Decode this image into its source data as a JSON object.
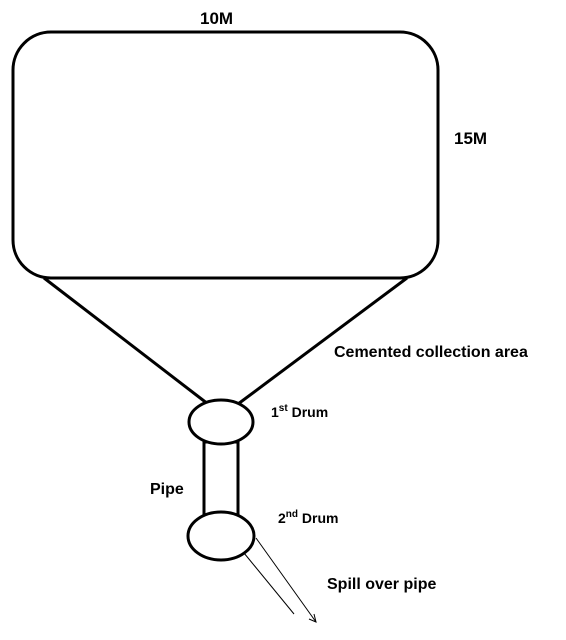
{
  "labels": {
    "width": "10M",
    "height": "15M",
    "collection_area": "Cemented collection area",
    "drum1_num": "1",
    "drum1_sup": "st",
    "drum1_text": " Drum",
    "pipe": "Pipe",
    "drum2_num": "2",
    "drum2_sup": "nd",
    "drum2_text": " Drum",
    "spill_pipe": "Spill over pipe"
  },
  "colors": {
    "stroke": "#000000",
    "background": "#ffffff"
  }
}
